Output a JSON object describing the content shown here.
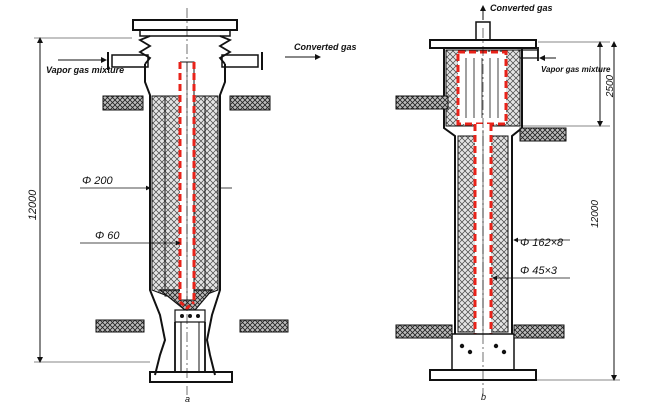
{
  "figure": {
    "left": {
      "caption": "a",
      "inlet_label": "Vapor gas mixture",
      "outlet_label": "Converted gas",
      "height_dim": "12000",
      "outer_diameter": "Φ 200",
      "inner_diameter": "Φ 60"
    },
    "right": {
      "caption": "b",
      "top_outlet_label": "Converted gas",
      "inlet_label": "Vapor gas mixture",
      "upper_dim": "2500",
      "height_dim": "12000",
      "outer_diameter": "Φ 162×8",
      "inner_diameter": "Φ 45×3"
    },
    "colors": {
      "ink": "#111111",
      "highlight": "#e8231a",
      "hatch_fill": "#d8d8d8"
    }
  }
}
